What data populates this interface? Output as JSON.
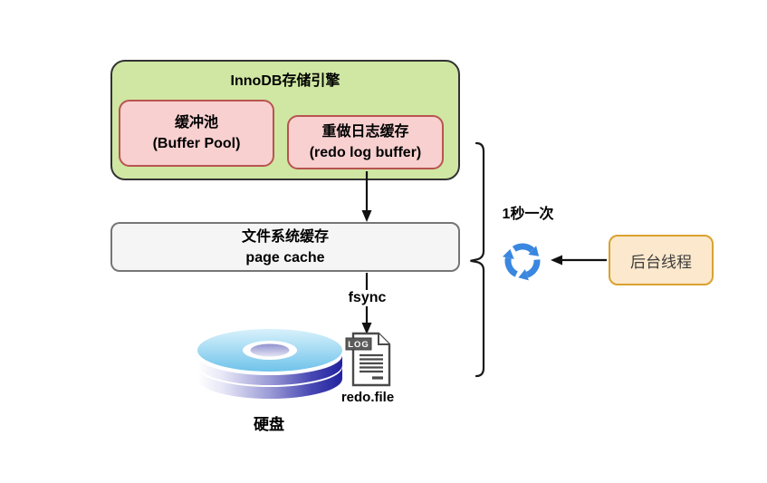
{
  "diagram": {
    "innodb_box": {
      "title": "InnoDB存储引擎",
      "fill": "#cfe7a2",
      "border": "#333333",
      "buffer_pool": {
        "line1": "缓冲池",
        "line2": "(Buffer Pool)",
        "fill": "#f8d0d0",
        "border": "#b85450"
      },
      "redo_log_buffer": {
        "line1": "重做日志缓存",
        "line2": "(redo log buffer)",
        "fill": "#f8d0d0",
        "border": "#b85450"
      }
    },
    "page_cache_box": {
      "line1": "文件系统缓存",
      "line2": "page cache",
      "fill": "#f5f5f5",
      "border": "#757575"
    },
    "background_thread_box": {
      "label": "后台线程",
      "fill": "#fce8cc",
      "border": "#d9a230"
    },
    "labels": {
      "fsync": "fsync",
      "interval": "1秒一次",
      "redo_file": "redo.file",
      "disk": "硬盘",
      "log_badge": "LOG"
    },
    "icons": {
      "refresh_color": "#3a87e0",
      "disk_top_blue": "#6fc3ea",
      "disk_rim_dark": "#2222a0",
      "arrow_color": "#111111"
    }
  }
}
